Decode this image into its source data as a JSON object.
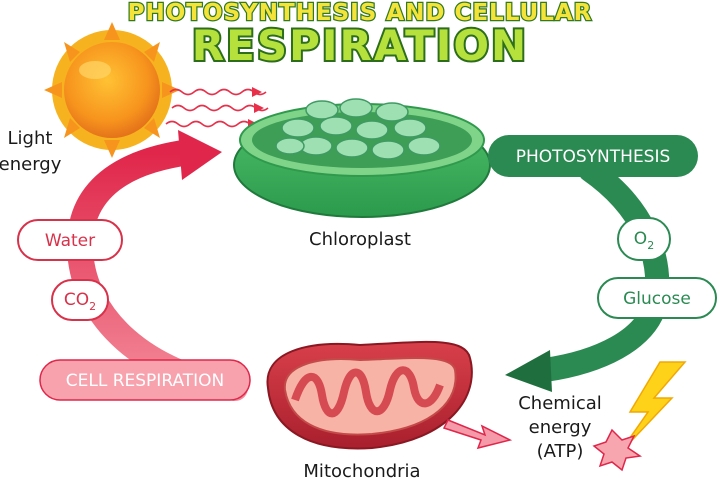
{
  "title": {
    "line1": "PHOTOSYNTHESIS AND CELLULAR",
    "line2": "RESPIRATION"
  },
  "labels": {
    "light_energy_line1": "Light",
    "light_energy_line2": "energy",
    "chloroplast": "Chloroplast",
    "mitochondria": "Mitochondria",
    "chemical_energy_line1": "Chemical",
    "chemical_energy_line2": "energy",
    "chemical_energy_line3": "(ATP)"
  },
  "pills": {
    "photosynthesis": "PHOTOSYNTHESIS",
    "o2_base": "O",
    "o2_sub": "2",
    "glucose": "Glucose",
    "water": "Water",
    "co2_base": "CO",
    "co2_sub": "2",
    "cell_respiration": "CELL RESPIRATION"
  },
  "colors": {
    "photosynthesis_green": "#2a8a52",
    "respiration_red": "#e2344e",
    "sun_orange": "#f4921f",
    "lightning_yellow": "#ffd21a"
  },
  "icons": [
    "sun-icon",
    "chloroplast-icon",
    "mitochondria-icon",
    "lightning-icon"
  ]
}
